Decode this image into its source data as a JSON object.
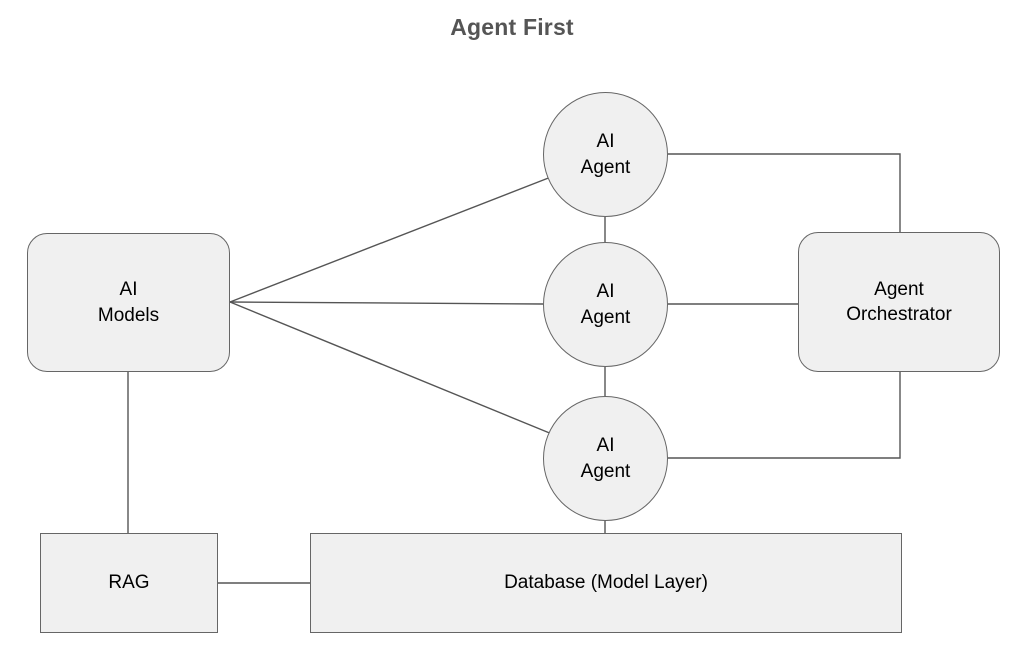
{
  "title": "Agent First",
  "theme": {
    "background": "#ffffff",
    "node_fill": "#f0f0f0",
    "node_stroke": "#666666",
    "edge_stroke": "#555555",
    "title_color": "#555555",
    "label_color": "#000000"
  },
  "nodes": {
    "ai_models": {
      "label": "AI\nModels",
      "shape": "rounded-rect"
    },
    "agent_top": {
      "label": "AI\nAgent",
      "shape": "circle"
    },
    "agent_middle": {
      "label": "AI\nAgent",
      "shape": "circle"
    },
    "agent_bottom": {
      "label": "AI\nAgent",
      "shape": "circle"
    },
    "orchestrator": {
      "label": "Agent\nOrchestrator",
      "shape": "rounded-rect"
    },
    "rag": {
      "label": "RAG",
      "shape": "rect"
    },
    "database": {
      "label": "Database (Model Layer)",
      "shape": "rect"
    }
  },
  "edges": [
    {
      "from": "ai_models",
      "to": "agent_top",
      "style": "straight"
    },
    {
      "from": "ai_models",
      "to": "agent_middle",
      "style": "straight"
    },
    {
      "from": "ai_models",
      "to": "agent_bottom",
      "style": "straight"
    },
    {
      "from": "agent_top",
      "to": "agent_middle",
      "style": "straight"
    },
    {
      "from": "agent_middle",
      "to": "agent_bottom",
      "style": "straight"
    },
    {
      "from": "agent_top",
      "to": "orchestrator",
      "style": "orthogonal"
    },
    {
      "from": "agent_middle",
      "to": "orchestrator",
      "style": "straight"
    },
    {
      "from": "agent_bottom",
      "to": "orchestrator",
      "style": "orthogonal"
    },
    {
      "from": "ai_models",
      "to": "rag",
      "style": "straight"
    },
    {
      "from": "rag",
      "to": "database",
      "style": "straight"
    },
    {
      "from": "agent_bottom",
      "to": "database",
      "style": "straight"
    }
  ],
  "diagram_type": "block-diagram"
}
